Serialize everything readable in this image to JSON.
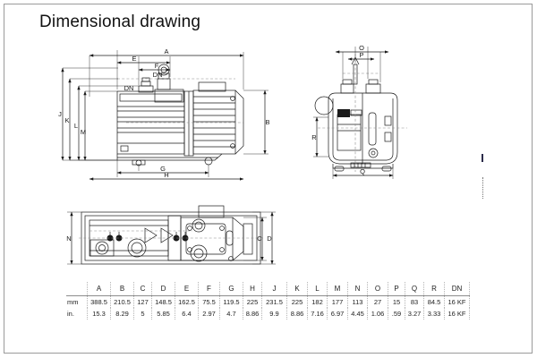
{
  "page": {
    "title": "Dimensional drawing"
  },
  "views": {
    "side_elevation": {
      "name": "side elevation view",
      "dimension_labels": [
        "A",
        "B",
        "E",
        "F",
        "G",
        "H",
        "J",
        "K",
        "L",
        "M"
      ],
      "port_labels": [
        "DN",
        "DN"
      ]
    },
    "end_view": {
      "name": "end view",
      "dimension_labels": [
        "O",
        "P",
        "Q",
        "R"
      ]
    },
    "plan_view": {
      "name": "plan view",
      "dimension_labels": [
        "C",
        "D",
        "N"
      ]
    }
  },
  "table": {
    "unit_header": "",
    "columns": [
      "A",
      "B",
      "C",
      "D",
      "E",
      "F",
      "G",
      "H",
      "J",
      "K",
      "L",
      "M",
      "N",
      "O",
      "P",
      "Q",
      "R",
      "DN"
    ],
    "rows": [
      {
        "unit": "mm",
        "values": [
          "388.5",
          "210.5",
          "127",
          "148.5",
          "162.5",
          "75.5",
          "119.5",
          "225",
          "231.5",
          "225",
          "182",
          "177",
          "113",
          "27",
          "15",
          "83",
          "84.5",
          "16 KF"
        ]
      },
      {
        "unit": "in.",
        "values": [
          "15.3",
          "8.29",
          "5",
          "5.85",
          "6.4",
          "2.97",
          "4.7",
          "8.86",
          "9.9",
          "8.86",
          "7.16",
          "6.97",
          "4.45",
          "1.06",
          ".59",
          "3.27",
          "3.33",
          "16 KF"
        ]
      }
    ]
  },
  "colors": {
    "line": "#1a1a1a",
    "hidden_line": "#8a8a8a",
    "frame": "#9a9a9a",
    "text": "#1a1a1a"
  }
}
